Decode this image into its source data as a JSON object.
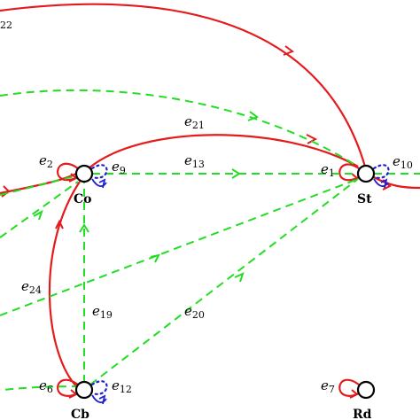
{
  "nodes": {
    "co": "Co",
    "st": "St",
    "cb": "Cb",
    "rd": "Rd"
  },
  "edges": {
    "e22": "22",
    "e21": "21",
    "e13": "13",
    "e2": "2",
    "e9": "9",
    "e1": "1",
    "e10": "10",
    "e24": "24",
    "e19": "19",
    "e20": "20",
    "e6": "6",
    "e12": "12",
    "e7": "7"
  },
  "edge_prefix": "e",
  "colors": {
    "red_edge": "#e41a1c",
    "green_edge": "#22dd22",
    "blue_edge": "#1f1fd0"
  }
}
